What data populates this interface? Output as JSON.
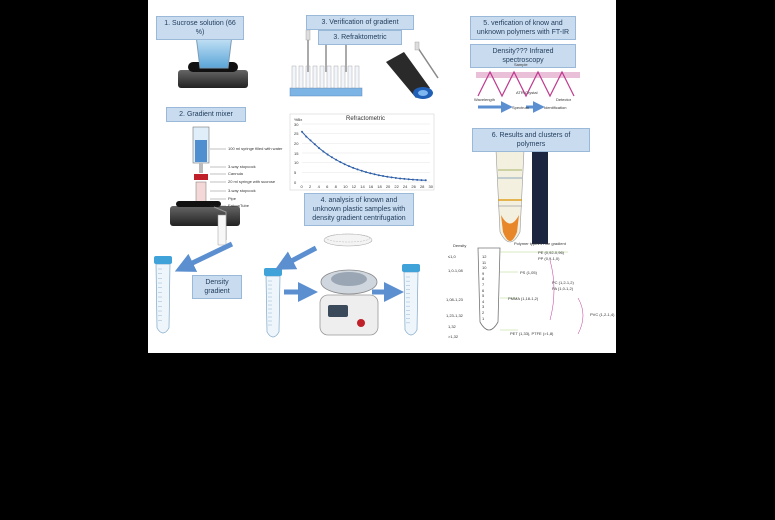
{
  "labels": {
    "sucrose": "1. Sucrose solution (66 %)",
    "gradient_mixer": "2. Gradient mixer",
    "verification": "3. Verification of gradient",
    "refraktometric": "3. Refraktometric",
    "analysis": "4. analysis of known and unknown plastic samples with density gradient centrifugation",
    "ftir": "5. verfication of know and unknown polymers with FT-IR",
    "density_ir": "Density??? Infrared spectroscopy",
    "results": "6. Results and clusters of polymers",
    "density_gradient": "Density gradient"
  },
  "mixer_callouts": [
    "100 ml syringe filled with water",
    "3-way stopcock",
    "Cannula",
    "20 ml syringe with sucrose",
    "3-way stopcock",
    "Pipe",
    "FalconTube"
  ],
  "ir_labels": {
    "sample": "Sample",
    "wavelength": "Wavelength",
    "atr": "ATR-Crystal",
    "detector": "Detector",
    "spectrum": "Spectrum",
    "identification": "Identification"
  },
  "results_legend": {
    "density_header": "Density",
    "polymer_header": "Polymer types in the gradient",
    "density_values": [
      "≤1,0",
      "1,0-1,08",
      "1,08-1,23",
      "1,23-1,32",
      "1,32",
      ">1,32"
    ],
    "polymers": [
      "PE (0,92-0,96)",
      "PP (0,9-1,0)",
      "PS (1,05)",
      "PC (1,2-1,2)",
      "PA (1,0-1,2)",
      "PMMA (1,18-1,2)",
      "PVC (1,2-1,4)",
      "PET (1,33), PTFE (>1,8)"
    ]
  },
  "chart_data": {
    "type": "line",
    "title": "Refractometric",
    "ylabel": "%Bx",
    "xlim": [
      0,
      30
    ],
    "ylim": [
      0,
      30
    ],
    "x": [
      0,
      1,
      2,
      3,
      4,
      5,
      6,
      7,
      8,
      9,
      10,
      11,
      12,
      13,
      14,
      15,
      16,
      17,
      18,
      19,
      20,
      21,
      22,
      23,
      24,
      25,
      26,
      27,
      28,
      29
    ],
    "values": [
      26,
      23.5,
      21.5,
      19.5,
      17.5,
      15.8,
      14.2,
      12.8,
      11.5,
      10.3,
      9.2,
      8.2,
      7.3,
      6.5,
      5.8,
      5.1,
      4.5,
      4.0,
      3.5,
      3.1,
      2.7,
      2.4,
      2.1,
      1.8,
      1.6,
      1.4,
      1.2,
      1.1,
      1.0,
      0.9
    ],
    "ytick_labels": [
      "0",
      "5",
      "10",
      "15",
      "20",
      "25",
      "30"
    ],
    "xtick_labels": [
      "0",
      "2",
      "4",
      "6",
      "8",
      "10",
      "12",
      "14",
      "16",
      "18",
      "20",
      "22",
      "24",
      "26",
      "28",
      "30"
    ],
    "grid": true,
    "color": "#2e5fa8"
  },
  "tube_numbers": [
    "12",
    "11",
    "10",
    "9",
    "8",
    "7",
    "6",
    "5",
    "4",
    "3",
    "2",
    "1"
  ],
  "colors": {
    "label_bg": "#c9dcef",
    "arrow": "#5b8fd0",
    "tube_cap": "#3fa3d9",
    "ir_zigzag": "#c0398f",
    "orange_tip": "#e8862a"
  }
}
